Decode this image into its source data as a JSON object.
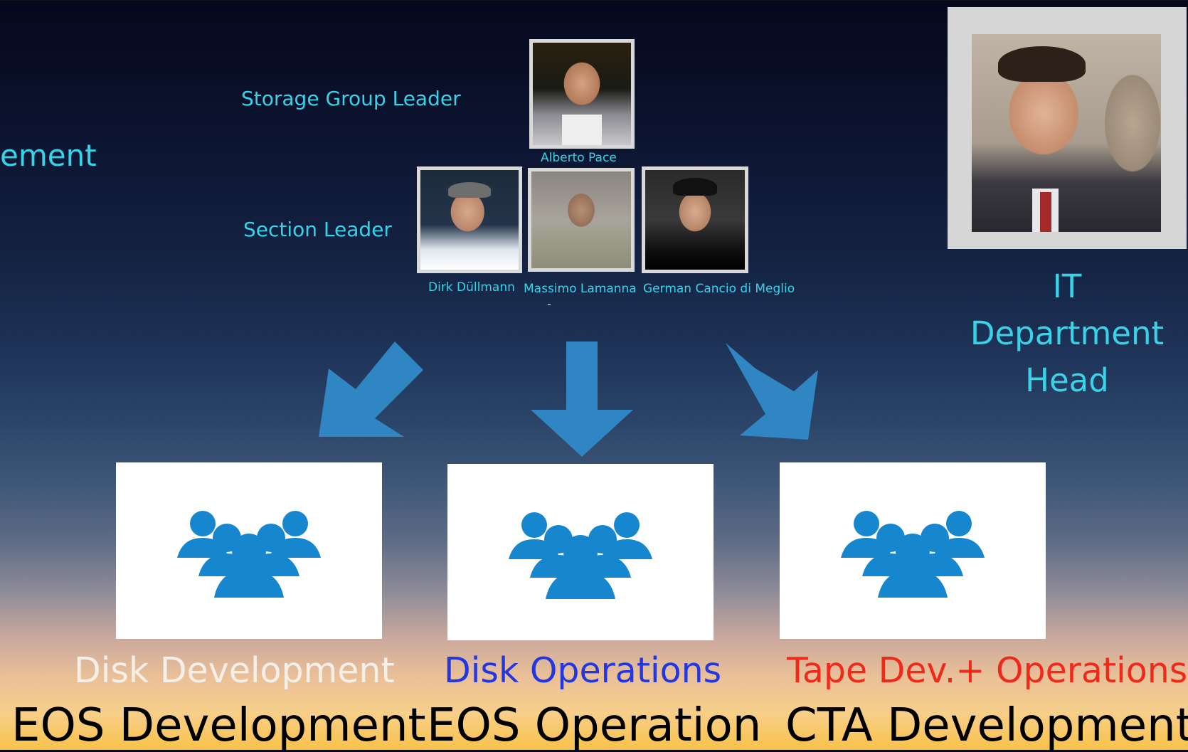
{
  "left_fragment": "ement",
  "roles": {
    "storage_group_leader": "Storage Group Leader",
    "section_leader": "Section Leader"
  },
  "people": {
    "group_leader": "Alberto Pace",
    "section_leaders": [
      "Dirk Düllmann",
      "Massimo Lamanna",
      "German Cancio di Meglio"
    ],
    "dash": "-"
  },
  "department_head": {
    "line1": "IT Department",
    "line2": "Head"
  },
  "teams": [
    {
      "label": "Disk Development",
      "color": "#f4efe9",
      "project": "EOS Development"
    },
    {
      "label": "Disk Operations",
      "color": "#2237e0",
      "project": "EOS Operation"
    },
    {
      "label": "Tape Dev.+ Operations",
      "color": "#f02a1a",
      "project": "CTA Development"
    }
  ],
  "colors": {
    "accent": "#38d3e8",
    "arrow": "#2f86c3",
    "group_icon": "#1687cf"
  },
  "icons": [
    "user-group-icon",
    "arrow-down-left-icon",
    "arrow-down-icon",
    "arrow-down-right-icon"
  ]
}
